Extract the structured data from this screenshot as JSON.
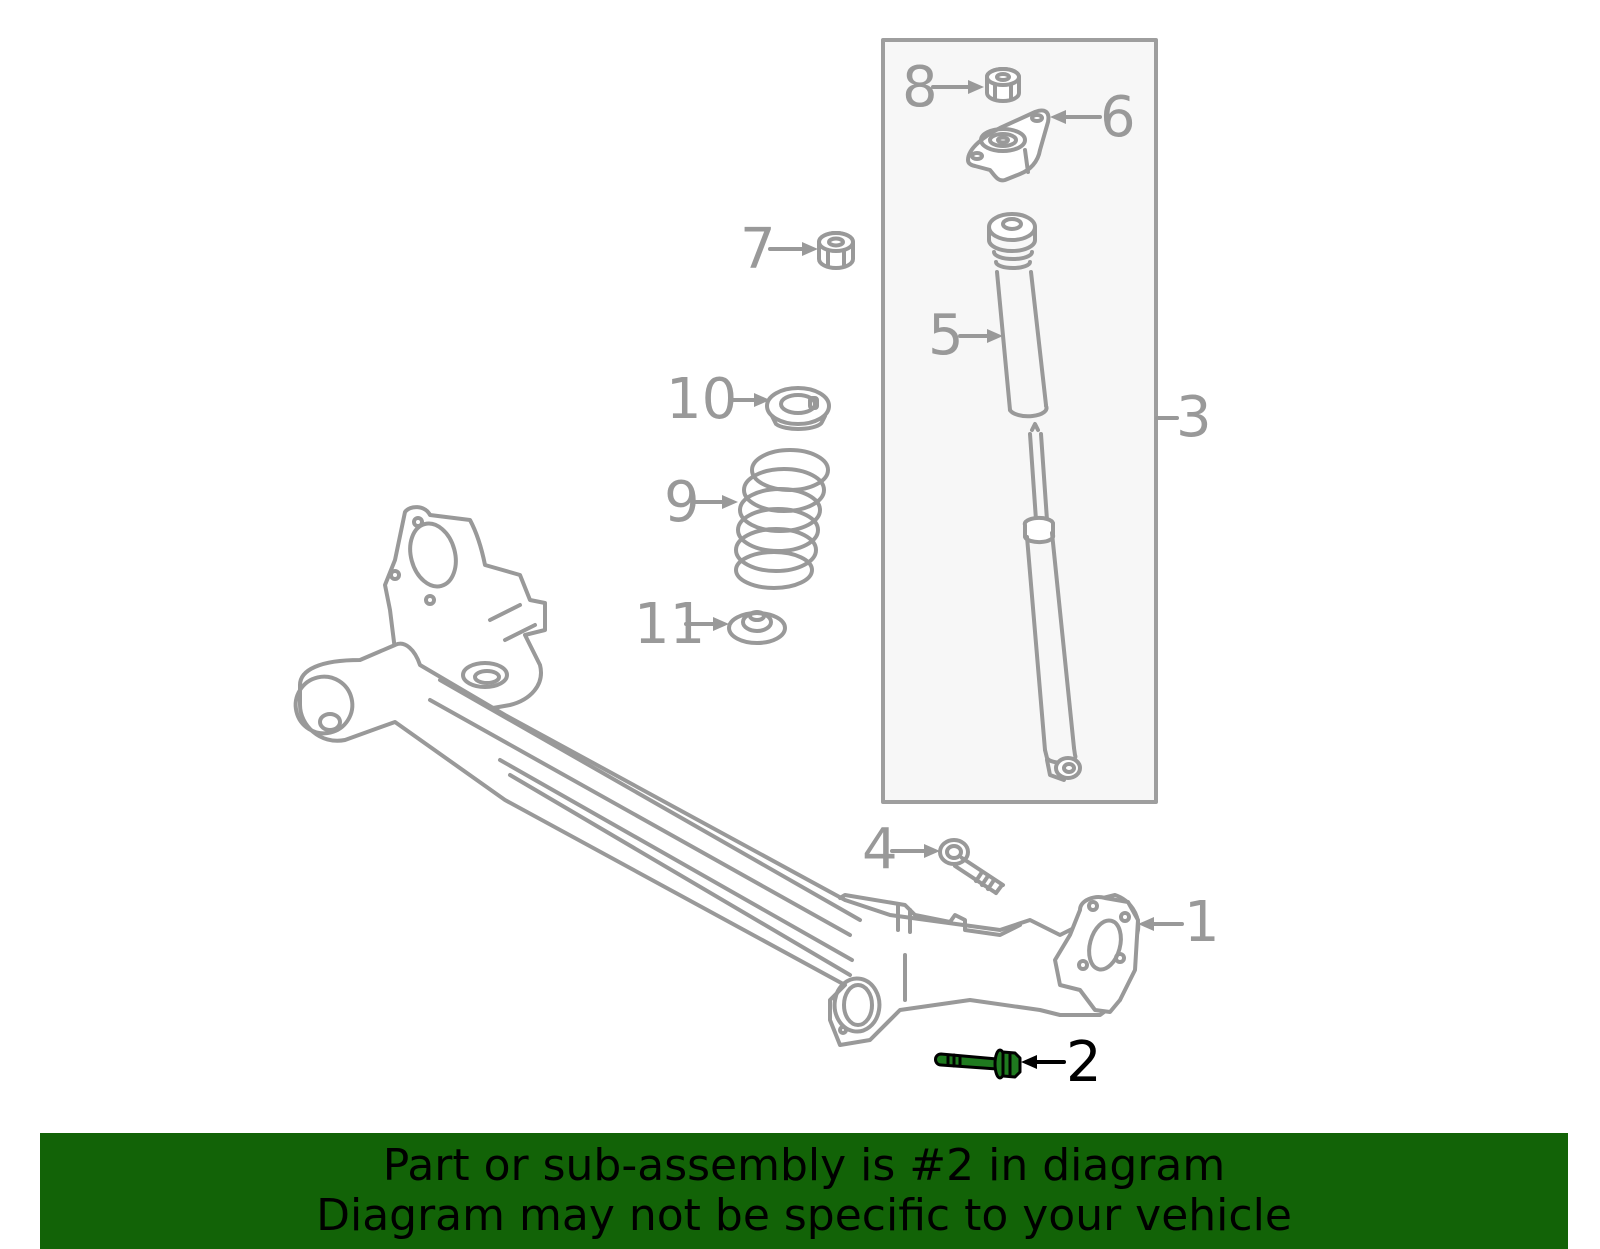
{
  "diagram": {
    "type": "exploded parts diagram",
    "subject": "rear suspension (torsion beam axle, coil spring, shock absorber)",
    "highlighted_part": "2",
    "colors": {
      "line_art": "#999999",
      "assembly_box_fill": "#f7f7f7",
      "highlight_part_fill": "#1f7a1f",
      "highlight_text": "#000000",
      "banner_bg": "#126307"
    },
    "callouts": [
      {
        "number": "1",
        "part": "axle beam / knuckle"
      },
      {
        "number": "2",
        "part": "bolt (highlighted)"
      },
      {
        "number": "3",
        "part": "shock absorber assembly (boxed group)"
      },
      {
        "number": "4",
        "part": "bolt"
      },
      {
        "number": "5",
        "part": "dust boot / bump stop"
      },
      {
        "number": "6",
        "part": "upper mount"
      },
      {
        "number": "7",
        "part": "nut"
      },
      {
        "number": "8",
        "part": "nut"
      },
      {
        "number": "9",
        "part": "coil spring"
      },
      {
        "number": "10",
        "part": "upper spring insulator"
      },
      {
        "number": "11",
        "part": "lower spring insulator"
      }
    ]
  },
  "banner": {
    "line1": "Part or sub-assembly is #2 in diagram",
    "line2": "Diagram may not be specific to your vehicle"
  }
}
